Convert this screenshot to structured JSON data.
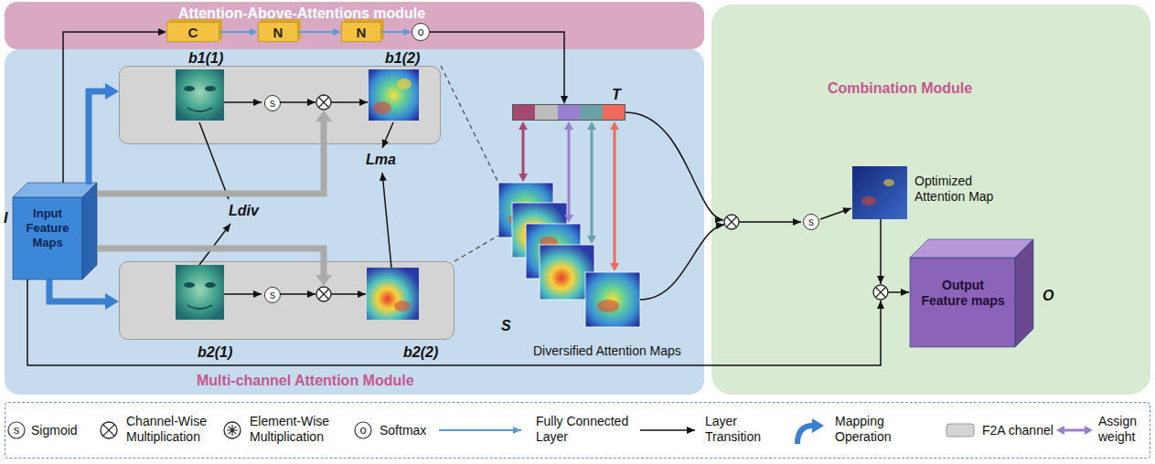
{
  "diagram": {
    "nodes": [
      {
        "text": [
          "Attention-Above-Attentions module"
        ]
      },
      {
        "text": [
          "C"
        ],
        "in": 0
      },
      {
        "text": [
          "N"
        ],
        "in": 0
      },
      {
        "text": [
          "N"
        ],
        "in": 0
      },
      {
        "text": [
          "o"
        ],
        "in": 0
      },
      {
        "text": [
          "Multi-channel Attention Module"
        ]
      },
      {
        "text": [
          "I",
          "Input Feature Maps"
        ],
        "in": 5
      },
      {
        "text": [
          "b1(1)",
          "b1(2)"
        ],
        "in": 5
      },
      {
        "text": [
          "s"
        ],
        "in": 7
      },
      {
        "text": [
          "b2(1)",
          "b2(2)"
        ],
        "in": 5
      },
      {
        "text": [
          "s"
        ],
        "in": 9
      },
      {
        "text": [
          "T"
        ],
        "in": 5
      },
      {
        "text": [
          "Combination Module"
        ]
      },
      {
        "text": [
          "s"
        ],
        "in": 12
      },
      {
        "text": [
          "Output Feature maps",
          "O"
        ],
        "in": 12
      }
    ],
    "edges": [
      {
        "from": 6,
        "to": 1,
        "arrow": "to"
      },
      {
        "from": 1,
        "to": 2,
        "arrow": "to"
      },
      {
        "from": 2,
        "to": 3,
        "arrow": "to"
      },
      {
        "from": 3,
        "to": 4,
        "arrow": "to"
      },
      {
        "from": 4,
        "to": 11,
        "arrow": "to"
      },
      {
        "from": 6,
        "to": 7,
        "arrow": "to"
      },
      {
        "from": 6,
        "to": 9,
        "arrow": "to"
      }
    ],
    "labels": [
      "Ldiv",
      "Lma",
      "S",
      "Diversified Attention Maps",
      "Optimized Attention Map",
      "s",
      "o"
    ],
    "legend": [
      {
        "text": "Sigmoid"
      },
      {
        "text": "Channel-Wise Multiplication"
      },
      {
        "text": "Element-Wise Multiplication"
      },
      {
        "text": "Softmax"
      },
      {
        "text": "Fully Connected Layer"
      },
      {
        "text": "Layer Transition"
      },
      {
        "text": "Mapping Operation"
      },
      {
        "text": "F2A channel"
      },
      {
        "text": "Assign weight"
      }
    ]
  }
}
